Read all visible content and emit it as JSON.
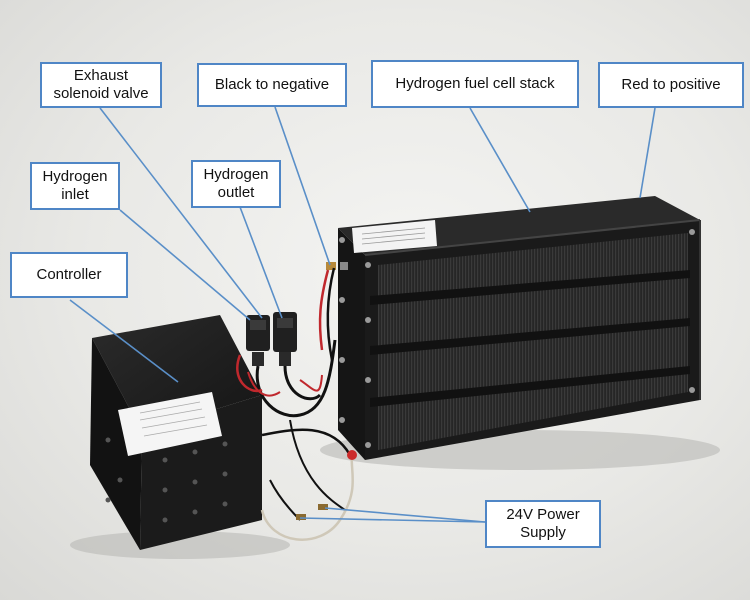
{
  "labels": {
    "exhaust_valve": "Exhaust\nsolenoid valve",
    "black_negative": "Black to negative",
    "fuel_cell_stack": "Hydrogen fuel cell stack",
    "red_positive": "Red to positive",
    "hydrogen_inlet": "Hydrogen\ninlet",
    "hydrogen_outlet": "Hydrogen\noutlet",
    "controller": "Controller",
    "power_supply": "24V Power\nSupply"
  },
  "colors": {
    "callout_border": "#4f86c6",
    "leader_line": "#5a8fc8",
    "device_body": "#1c1c1c",
    "wire_red": "#c0282d"
  }
}
